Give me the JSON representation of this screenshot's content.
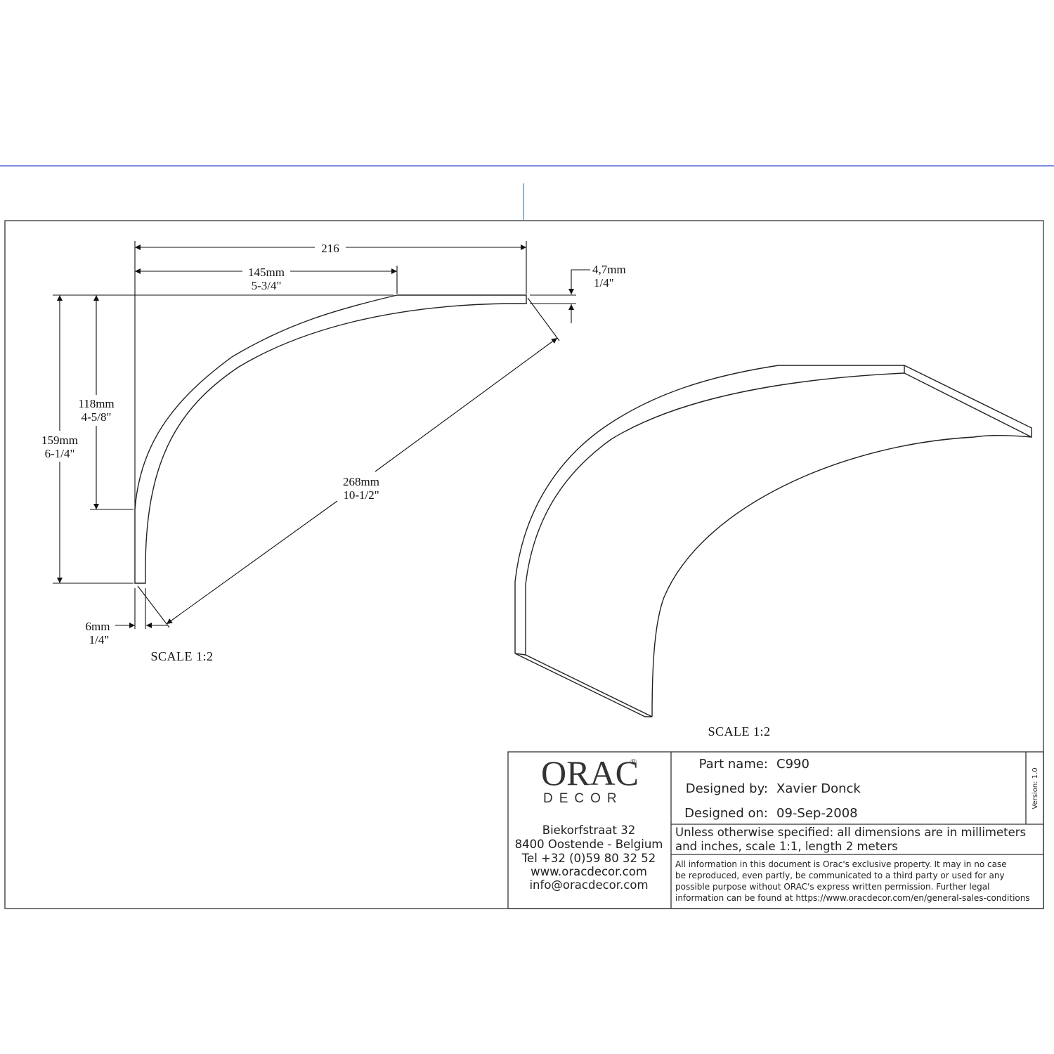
{
  "dimensions": {
    "overall_width": "216",
    "top_width_mm": "145mm",
    "top_width_in": "5-3/4\"",
    "top_thickness_mm": "4,7mm",
    "top_thickness_in": "1/4\"",
    "inner_height_mm": "118mm",
    "inner_height_in": "4-5/8\"",
    "overall_height_mm": "159mm",
    "overall_height_in": "6-1/4\"",
    "diagonal_mm": "268mm",
    "diagonal_in": "10-1/2\"",
    "bottom_thickness_mm": "6mm",
    "bottom_thickness_in": "1/4\""
  },
  "scale_labels": {
    "profile": "SCALE  1:2",
    "perspective": "SCALE  1:2"
  },
  "title_block": {
    "logo": {
      "brand": "ORAC",
      "registered": "®",
      "sub": "DECOR"
    },
    "address": [
      "Biekorfstraat 32",
      "8400 Oostende - Belgium",
      "Tel  +32 (0)59 80 32 52",
      "www.oracdecor.com",
      "info@oracdecor.com"
    ],
    "part_name_label": "Part name:",
    "part_name_value": "C990",
    "designed_by_label": "Designed by:",
    "designed_by_value": "Xavier Donck",
    "designed_on_label": "Designed on:",
    "designed_on_value": "09-Sep-2008",
    "version": "Version: 1.0",
    "note_lines": [
      "Unless otherwise specified: all dimensions are in millimeters",
      "and inches, scale 1:1, length 2 meters"
    ],
    "legal_lines": [
      "All information in this document is Orac's exclusive property.  It may in no case",
      "be reproduced, even partly, be communicated to a third party or used for any",
      "possible purpose without ORAC's express written permission. Further legal",
      "information can be found at https://www.oracdecor.com/en/general-sales-conditions"
    ]
  }
}
